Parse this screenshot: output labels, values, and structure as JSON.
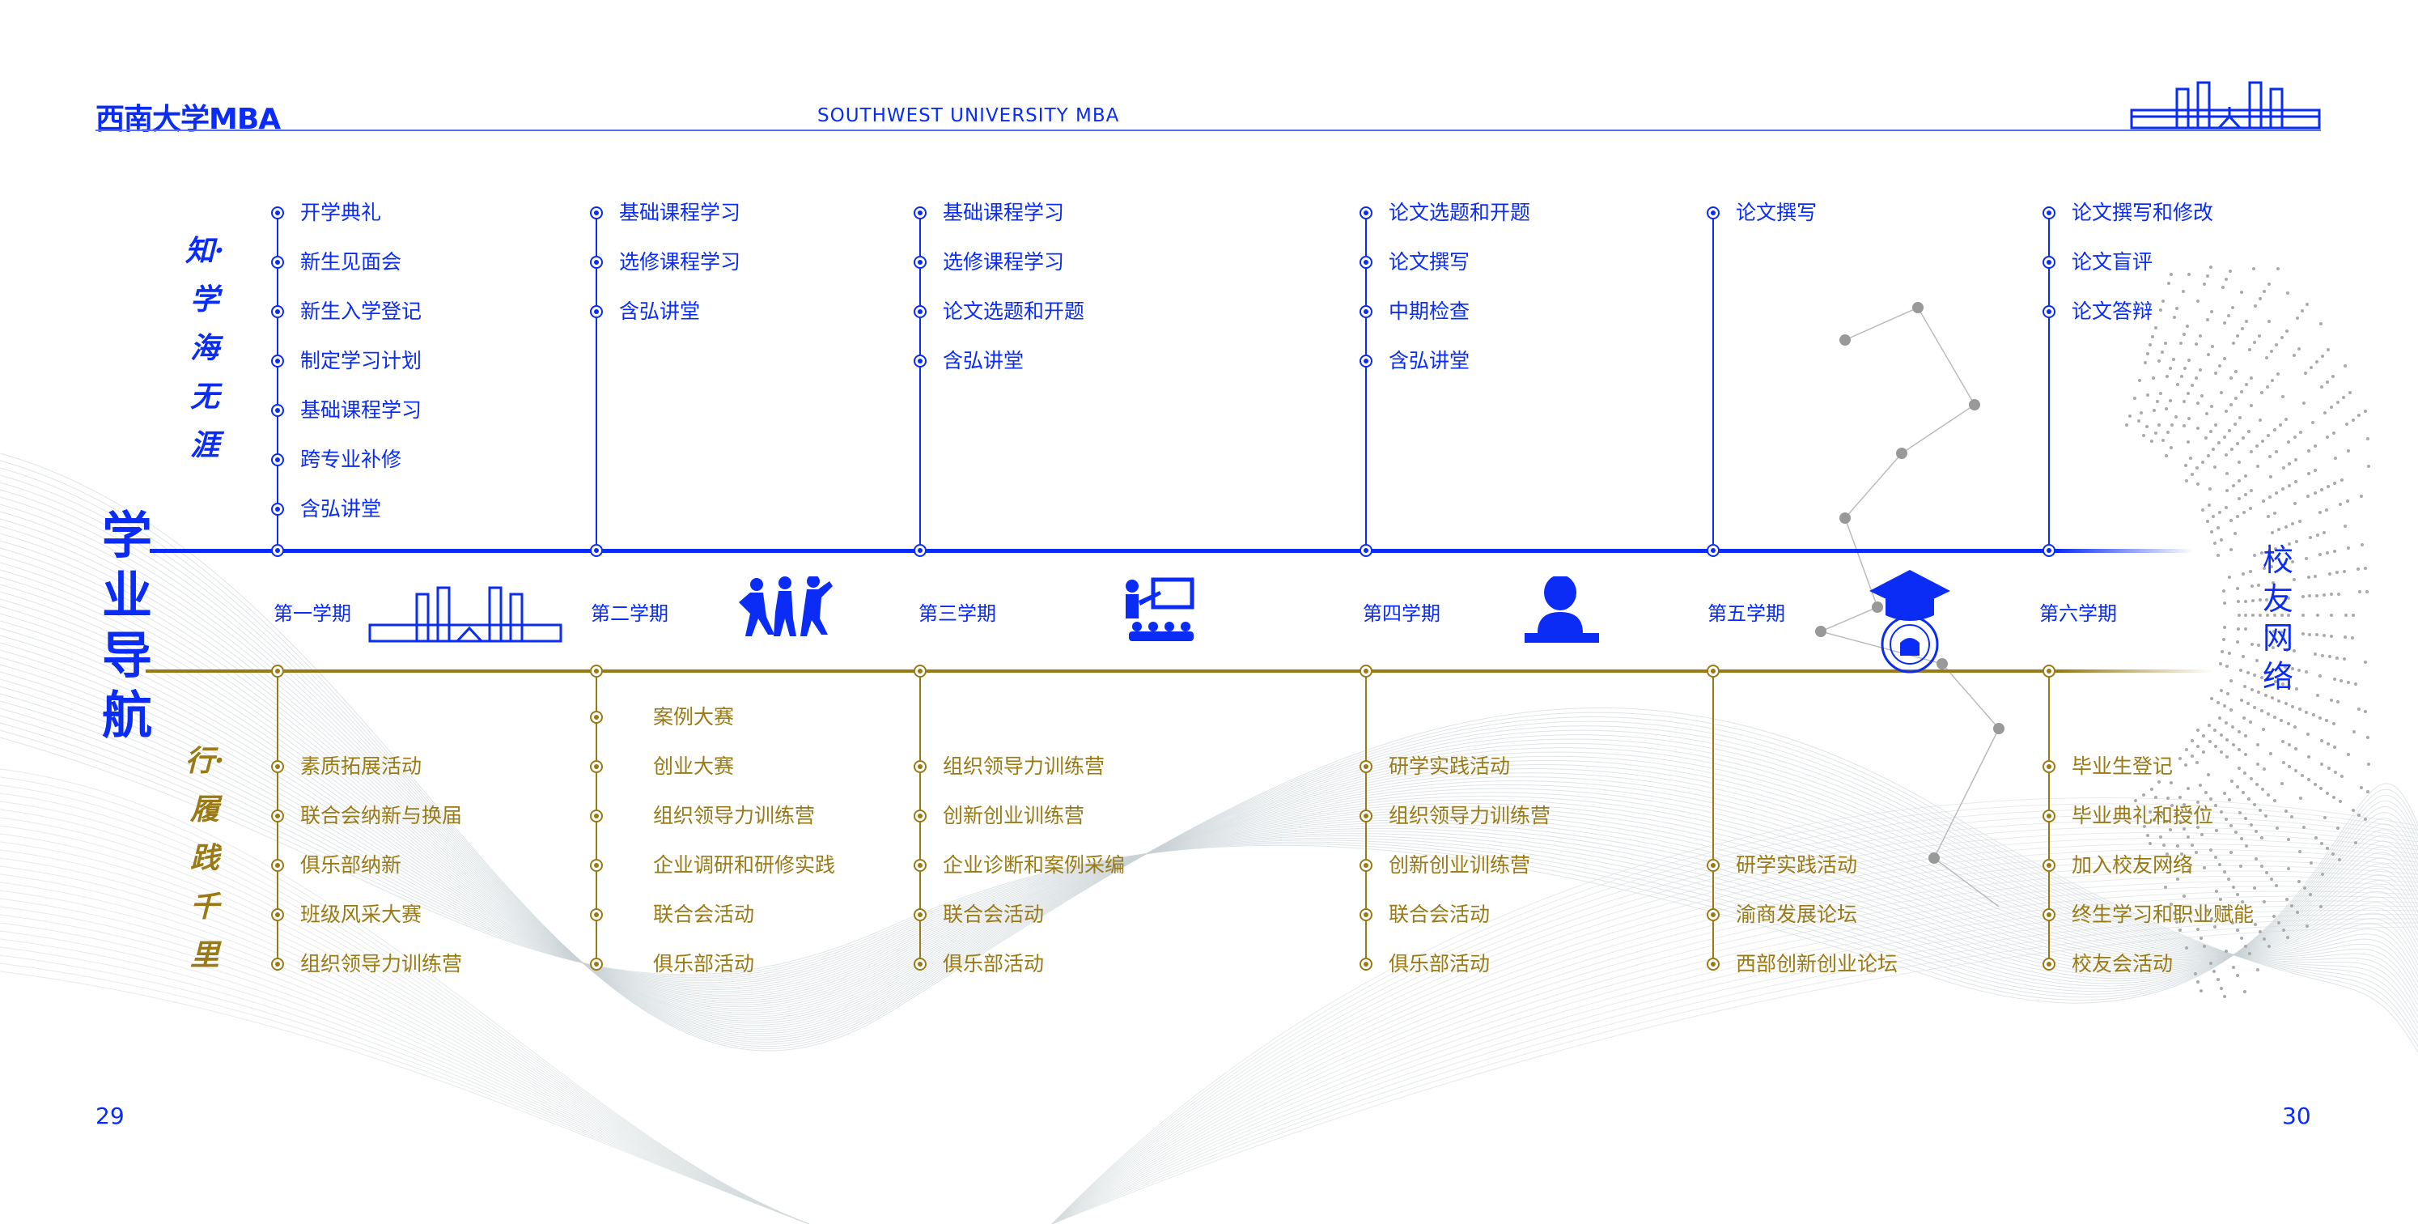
{
  "header": {
    "logo": "西南大学MBA",
    "subtitle": "SOUTHWEST UNIVERSITY MBA"
  },
  "title": "学业导航",
  "poem_top": "知·学海无涯",
  "poem_bottom": "行·履践千里",
  "alumni_label": "校友网络",
  "colors": {
    "blue": "#0a2cf5",
    "gold": "#9a7a14"
  },
  "semesters": [
    {
      "label": "第一学期",
      "icon": "campus-gate-icon",
      "study": [
        "开学典礼",
        "新生见面会",
        "新生入学登记",
        "制定学习计划",
        "基础课程学习",
        "跨专业补修",
        "含弘讲堂"
      ],
      "practice": [
        "素质拓展活动",
        "联合会纳新与换届",
        "俱乐部纳新",
        "班级风采大赛",
        "组织领导力训练营"
      ]
    },
    {
      "label": "第二学期",
      "icon": "jumping-people-icon",
      "study": [
        "基础课程学习",
        "选修课程学习",
        "含弘讲堂"
      ],
      "practice": [
        "案例大赛",
        "创业大赛",
        "组织领导力训练营",
        "企业调研和研修实践",
        "联合会活动",
        "俱乐部活动"
      ]
    },
    {
      "label": "第三学期",
      "icon": "classroom-teacher-icon",
      "study": [
        "基础课程学习",
        "选修课程学习",
        "论文选题和开题",
        "含弘讲堂"
      ],
      "practice": [
        "组织领导力训练营",
        "创新创业训练营",
        "企业诊断和案例采编",
        "联合会活动",
        "俱乐部活动"
      ]
    },
    {
      "label": "第四学期",
      "icon": "person-at-desk-icon",
      "study": [
        "论文选题和开题",
        "论文撰写",
        "中期检查",
        "含弘讲堂"
      ],
      "practice": [
        "研学实践活动",
        "组织领导力训练营",
        "创新创业训练营",
        "联合会活动",
        "俱乐部活动"
      ]
    },
    {
      "label": "第五学期",
      "icon": "graduation-cap-icon",
      "study": [
        "论文撰写"
      ],
      "practice": [
        "研学实践活动",
        "渝商发展论坛",
        "西部创新创业论坛"
      ]
    },
    {
      "label": "第六学期",
      "icon": "",
      "study": [
        "论文撰写和修改",
        "论文盲评",
        "论文答辩"
      ],
      "practice": [
        "毕业生登记",
        "毕业典礼和授位",
        "加入校友网络",
        "终生学习和职业赋能",
        "校友会活动"
      ]
    }
  ],
  "pages": {
    "left": "29",
    "right": "30"
  }
}
